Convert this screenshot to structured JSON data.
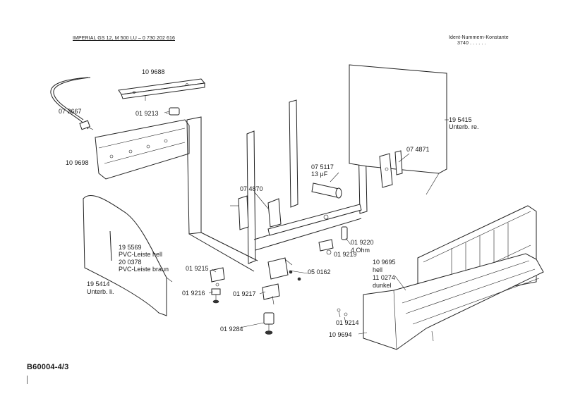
{
  "header": {
    "model_line": "IMPERIAL  GS 12, M 500   LU – 0 730 202 616",
    "ident_label": "Ident-Nummern-Konstante",
    "ident_value": "3740   . .   . . . ."
  },
  "footer": {
    "doc_code": "B60004-4/3"
  },
  "labels": {
    "l_109688": "10 9688",
    "l_073667": "07 3667",
    "l_019213": "01 9213",
    "l_109698": "10 9698",
    "l_195415": "19 5415",
    "l_unterb_re": "Unterb. re.",
    "l_074871": "07 4871",
    "l_075117": "07 5117",
    "l_13uf": "13 μF",
    "l_074870": "07 4870",
    "l_195569": "19 5569",
    "l_pvc_hell": "PVC-Leiste hell",
    "l_200378": "20 0378",
    "l_pvc_braun": "PVC-Leiste braun",
    "l_195414": "19 5414",
    "l_unterb_li": "Unterb. li.",
    "l_019220": "01 9220",
    "l_4ohm": "4 Ohm",
    "l_019219": "01 9219",
    "l_019215": "01 9215",
    "l_050162": "05 0162",
    "l_019216": "01 9216",
    "l_019217": "01 9217",
    "l_109695": "10 9695",
    "l_hell": "hell",
    "l_110274": "11 0274",
    "l_dunkel": "dunkel",
    "l_019214": "01 9214",
    "l_019284": "01 9284",
    "l_109694": "10 9694"
  }
}
